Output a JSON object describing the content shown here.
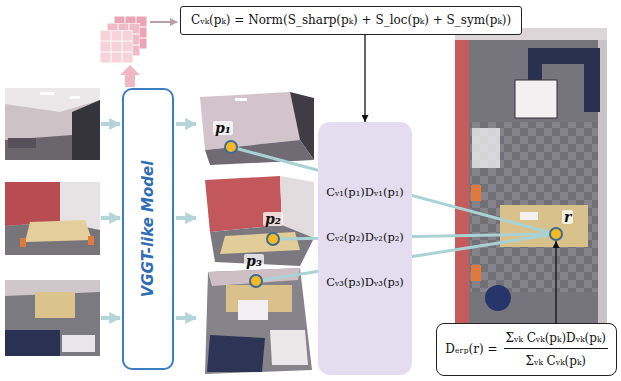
{
  "diagram": {
    "nodes": [
      {
        "text": [
          "Cᵥₖ(pₖ) = Norm(S_sharp(pₖ) + S_loc(pₖ) + S_sym(pₖ))"
        ]
      },
      {
        "text": [
          "VGGT-like Model"
        ]
      },
      {
        "text": [
          "p₁"
        ]
      },
      {
        "text": [
          "p₂"
        ]
      },
      {
        "text": [
          "p₃"
        ]
      },
      {
        "text": [
          "Cᵥ₁(p₁)Dᵥ₁(p₁)",
          "Cᵥ₂(p₂)Dᵥ₂(p₂)",
          "Cᵥ₃(p₃)Dᵥ₃(p₃)"
        ]
      },
      {
        "text": [
          "r"
        ]
      },
      {
        "text": [
          "Dₑᵣₚ(r) =",
          "Σᵥₖ Cᵥₖ(pₖ)Dᵥₖ(pₖ)",
          "Σᵥₖ Cᵥₖ(pₖ)"
        ]
      }
    ],
    "edges": [
      {
        "from": 0,
        "to": 5,
        "arrow": "to"
      },
      {
        "from": 2,
        "to": 6,
        "arrow": "none"
      },
      {
        "from": 3,
        "to": 6,
        "arrow": "none"
      },
      {
        "from": 4,
        "to": 6,
        "arrow": "none"
      },
      {
        "from": 7,
        "to": 6,
        "arrow": "to"
      }
    ]
  }
}
